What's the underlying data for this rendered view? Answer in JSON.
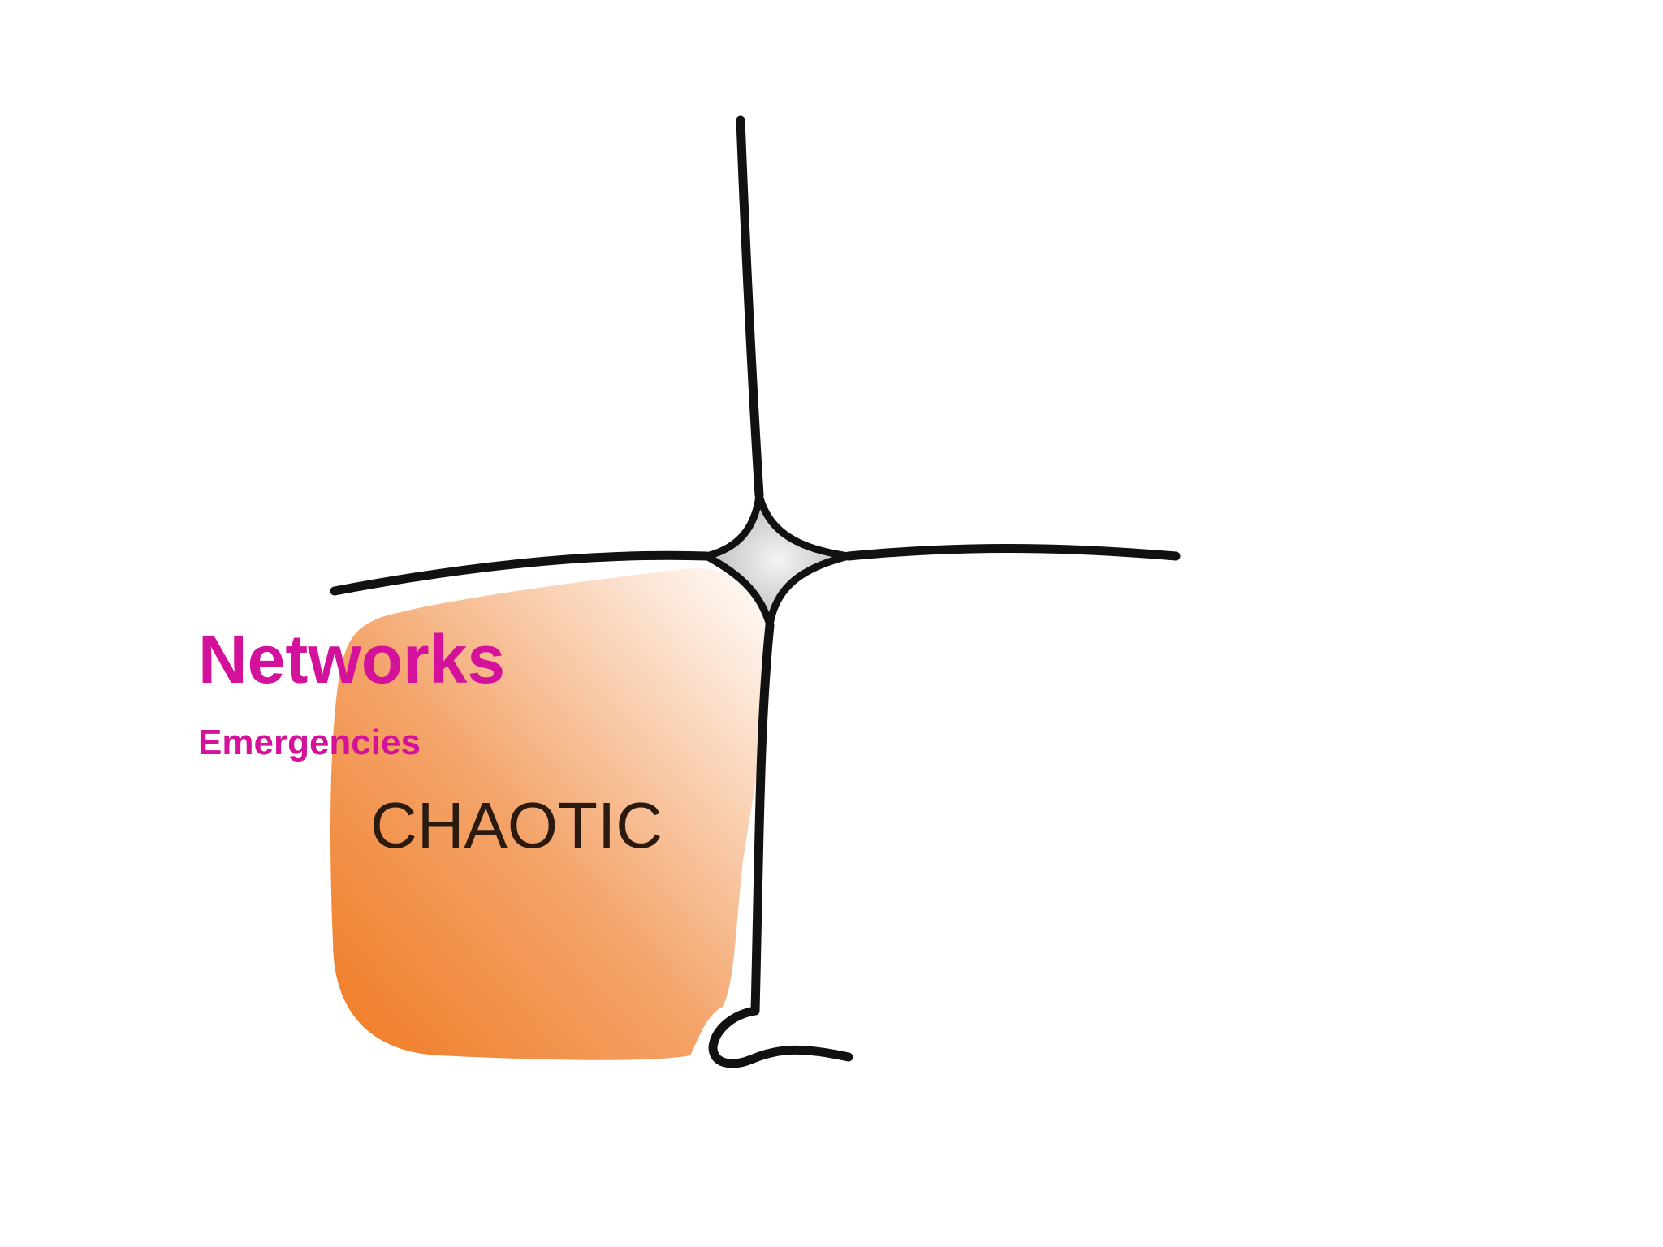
{
  "diagram": {
    "region_label": "CHAOTIC",
    "region_color": "#f08a3a",
    "line_color": "#111111",
    "center_glow_color": "#e6e6e6"
  },
  "overlay": {
    "title": "Networks",
    "subtitle": "Emergencies",
    "text_color": "#d4119a"
  }
}
